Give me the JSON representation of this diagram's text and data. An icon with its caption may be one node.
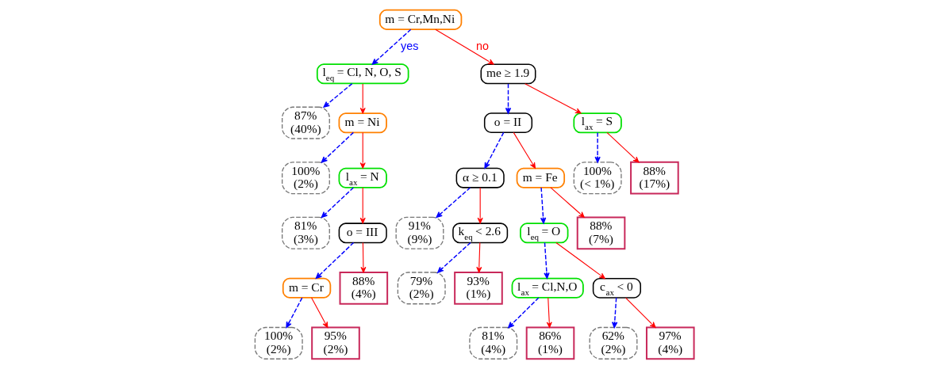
{
  "diagram": {
    "nodes": [
      {
        "text": [
          "m = Cr,Mn,Ni"
        ]
      },
      {
        "text": [
          "l$_{eq}$ = Cl, N, O, S"
        ]
      },
      {
        "text": [
          "me ≥ 1.9"
        ]
      },
      {
        "text": [
          "87% (40%)"
        ]
      },
      {
        "text": [
          "m = Ni"
        ]
      },
      {
        "text": [
          "o = II"
        ]
      },
      {
        "text": [
          "l$_{ax}$ = S"
        ]
      },
      {
        "text": [
          "100% (2%)"
        ]
      },
      {
        "text": [
          "l$_{ax}$ = N"
        ]
      },
      {
        "text": [
          "α ≥ 0.1"
        ]
      },
      {
        "text": [
          "m = Fe"
        ]
      },
      {
        "text": [
          "100% (< 1%)"
        ]
      },
      {
        "text": [
          "88% (17%)"
        ]
      },
      {
        "text": [
          "81% (3%)"
        ]
      },
      {
        "text": [
          "o = III"
        ]
      },
      {
        "text": [
          "91% (9%)"
        ]
      },
      {
        "text": [
          "k$_{eq}$ < 2.6"
        ]
      },
      {
        "text": [
          "l$_{eq}$ = O"
        ]
      },
      {
        "text": [
          "88% (7%)"
        ]
      },
      {
        "text": [
          "m = Cr"
        ]
      },
      {
        "text": [
          "88% (4%)"
        ]
      },
      {
        "text": [
          "79% (2%)"
        ]
      },
      {
        "text": [
          "93% (1%)"
        ]
      },
      {
        "text": [
          "l$_{ax}$ = Cl,N,O"
        ]
      },
      {
        "text": [
          "c$_{ax}$ < 0"
        ]
      },
      {
        "text": [
          "100% (2%)"
        ]
      },
      {
        "text": [
          "95% (2%)"
        ]
      },
      {
        "text": [
          "81% (4%)"
        ]
      },
      {
        "text": [
          "86% (1%)"
        ]
      },
      {
        "text": [
          "62% (2%)"
        ]
      },
      {
        "text": [
          "97% (4%)"
        ]
      }
    ],
    "edges": [
      {
        "from": 0,
        "to": 1,
        "arrow": "to",
        "label": "yes",
        "style": "dashed",
        "color": "#0000ff"
      },
      {
        "from": 0,
        "to": 2,
        "arrow": "to",
        "label": "no",
        "color": "#ff0000"
      },
      {
        "from": 1,
        "to": 3,
        "arrow": "to",
        "style": "dashed",
        "color": "#0000ff"
      },
      {
        "from": 1,
        "to": 4,
        "arrow": "to",
        "color": "#ff0000"
      },
      {
        "from": 2,
        "to": 5,
        "arrow": "to",
        "style": "dashed",
        "color": "#0000ff"
      },
      {
        "from": 2,
        "to": 6,
        "arrow": "to",
        "color": "#ff0000"
      },
      {
        "from": 4,
        "to": 7,
        "arrow": "to",
        "style": "dashed",
        "color": "#0000ff"
      },
      {
        "from": 4,
        "to": 8,
        "arrow": "to",
        "color": "#ff0000"
      },
      {
        "from": 5,
        "to": 9,
        "arrow": "to",
        "style": "dashed",
        "color": "#0000ff"
      },
      {
        "from": 5,
        "to": 10,
        "arrow": "to",
        "color": "#ff0000"
      },
      {
        "from": 6,
        "to": 11,
        "arrow": "to",
        "style": "dashed",
        "color": "#0000ff"
      },
      {
        "from": 6,
        "to": 12,
        "arrow": "to",
        "color": "#ff0000"
      },
      {
        "from": 8,
        "to": 13,
        "arrow": "to",
        "style": "dashed",
        "color": "#0000ff"
      },
      {
        "from": 8,
        "to": 14,
        "arrow": "to",
        "color": "#ff0000"
      },
      {
        "from": 9,
        "to": 15,
        "arrow": "to",
        "style": "dashed",
        "color": "#0000ff"
      },
      {
        "from": 9,
        "to": 16,
        "arrow": "to",
        "color": "#ff0000"
      },
      {
        "from": 10,
        "to": 17,
        "arrow": "to",
        "style": "dashed",
        "color": "#0000ff"
      },
      {
        "from": 10,
        "to": 18,
        "arrow": "to",
        "color": "#ff0000"
      },
      {
        "from": 14,
        "to": 19,
        "arrow": "to",
        "style": "dashed",
        "color": "#0000ff"
      },
      {
        "from": 14,
        "to": 20,
        "arrow": "to",
        "color": "#ff0000"
      },
      {
        "from": 16,
        "to": 21,
        "arrow": "to",
        "style": "dashed",
        "color": "#0000ff"
      },
      {
        "from": 16,
        "to": 22,
        "arrow": "to",
        "color": "#ff0000"
      },
      {
        "from": 17,
        "to": 23,
        "arrow": "to",
        "style": "dashed",
        "color": "#0000ff"
      },
      {
        "from": 17,
        "to": 24,
        "arrow": "to",
        "color": "#ff0000"
      },
      {
        "from": 19,
        "to": 25,
        "arrow": "to",
        "style": "dashed",
        "color": "#0000ff"
      },
      {
        "from": 19,
        "to": 26,
        "arrow": "to",
        "color": "#ff0000"
      },
      {
        "from": 23,
        "to": 27,
        "arrow": "to",
        "style": "dashed",
        "color": "#0000ff"
      },
      {
        "from": 23,
        "to": 28,
        "arrow": "to",
        "color": "#ff0000"
      },
      {
        "from": 24,
        "to": 29,
        "arrow": "to",
        "style": "dashed",
        "color": "#0000ff"
      },
      {
        "from": 24,
        "to": 30,
        "arrow": "to",
        "color": "#ff0000"
      }
    ]
  }
}
